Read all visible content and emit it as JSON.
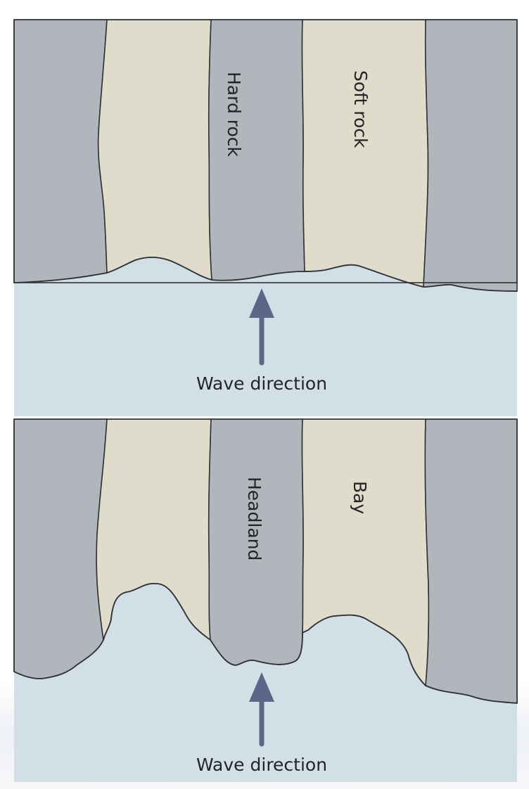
{
  "diagram": {
    "top_panel": {
      "hard_rock_label": "Hard rock",
      "soft_rock_label": "Soft rock",
      "wave_label": "Wave direction"
    },
    "bottom_panel": {
      "headland_label": "Headland",
      "bay_label": "Bay",
      "wave_label": "Wave direction"
    },
    "colors": {
      "hard_rock": "#b0b6bb",
      "soft_rock": "#e0dccb",
      "sea": "#d2dfe7",
      "arrow": "#5a6788",
      "outline": "#2f3236"
    },
    "icons": {
      "wave_arrow": "arrow-up-icon"
    }
  }
}
